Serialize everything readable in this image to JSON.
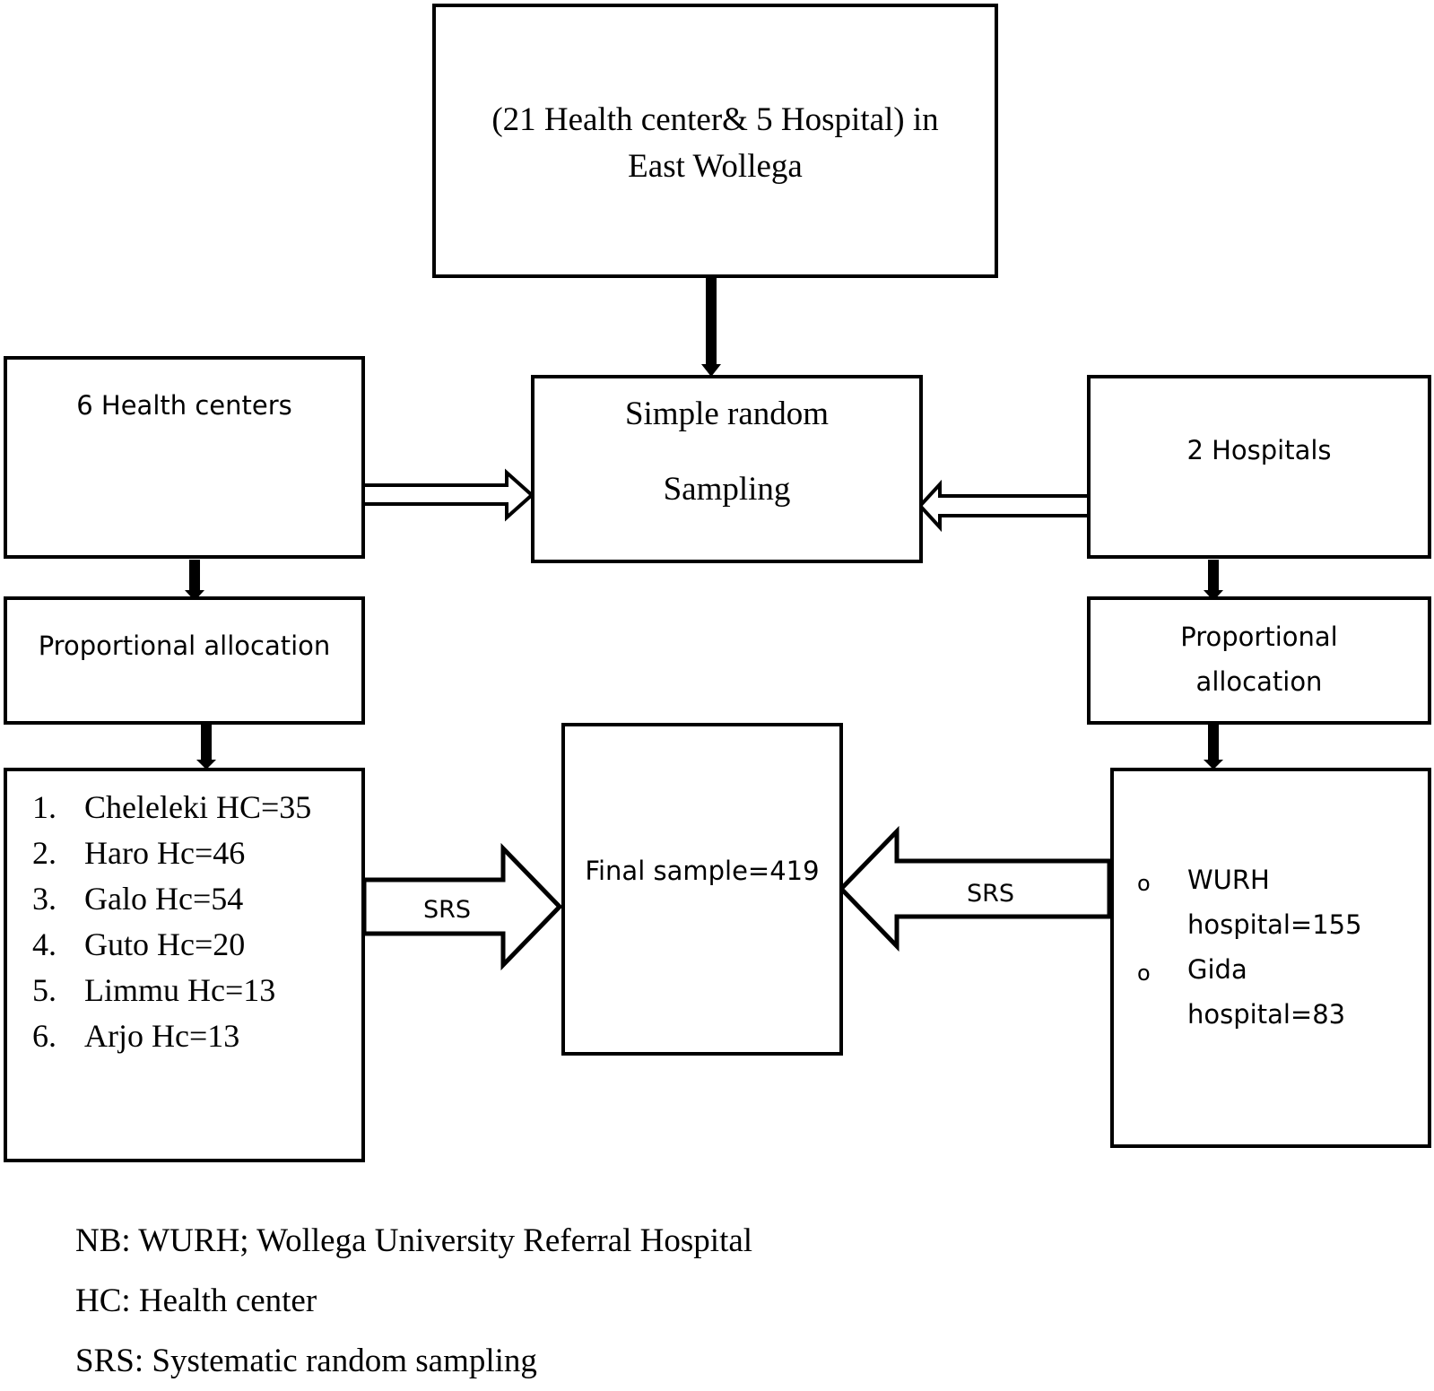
{
  "top_box": {
    "line1": "(21 Health center& 5 Hospital) in",
    "line2": "East Wollega"
  },
  "center_box": {
    "line1": "Simple random",
    "line2": "Sampling"
  },
  "left_box": {
    "text": "6 Health centers"
  },
  "right_box": {
    "text": "2 Hospitals"
  },
  "left_alloc": {
    "text": "Proportional allocation"
  },
  "right_alloc": {
    "line1": "Proportional",
    "line2": "allocation"
  },
  "health_centers": [
    {
      "num": "1.",
      "text": "Cheleleki HC=35"
    },
    {
      "num": "2.",
      "text": "Haro Hc=46"
    },
    {
      "num": "3.",
      "text": "Galo  Hc=54"
    },
    {
      "num": "4.",
      "text": "Guto  Hc=20"
    },
    {
      "num": "5.",
      "text": "Limmu  Hc=13"
    },
    {
      "num": "6.",
      "text": "Arjo  Hc=13"
    }
  ],
  "final_box": {
    "text": "Final sample=419"
  },
  "hospitals": [
    {
      "bullet": "o",
      "line1": "WURH",
      "line2": "hospital=155"
    },
    {
      "bullet": "o",
      "line1": "Gida",
      "line2": "hospital=83"
    }
  ],
  "left_arrow_label": "SRS",
  "right_arrow_label": "SRS",
  "notes": [
    "NB: WURH; Wollega University Referral Hospital",
    "HC: Health center",
    "SRS: Systematic random sampling"
  ]
}
